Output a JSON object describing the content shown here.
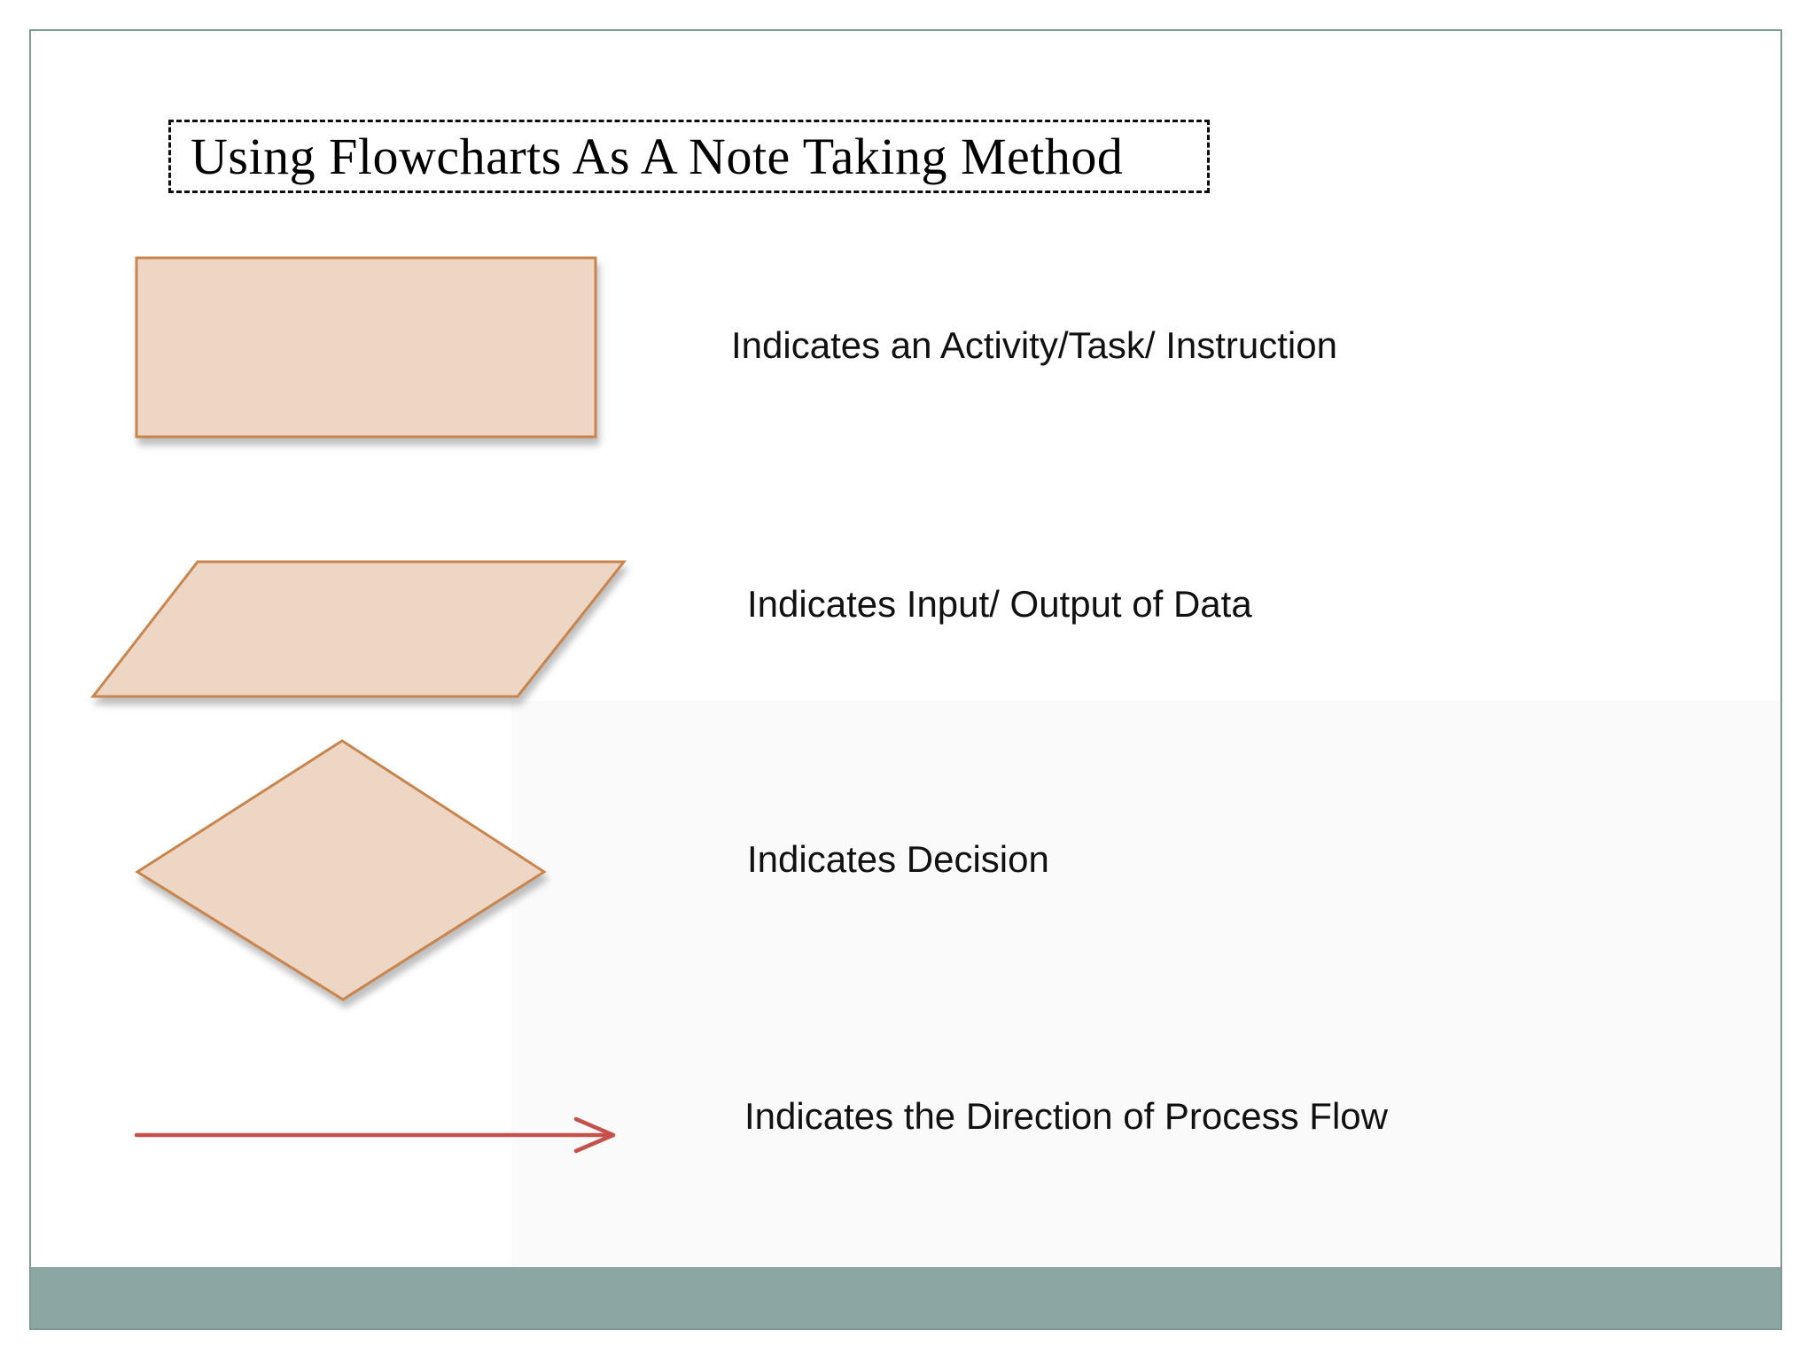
{
  "slide": {
    "title": "Using Flowcharts As A Note Taking Method",
    "legend": [
      {
        "shape": "process-rectangle",
        "label": "Indicates an Activity/Task/ Instruction"
      },
      {
        "shape": "input-output-parallelogram",
        "label": "Indicates Input/ Output of Data"
      },
      {
        "shape": "decision-diamond",
        "label": "Indicates Decision"
      },
      {
        "shape": "flow-arrow",
        "label": "Indicates the Direction of Process Flow"
      }
    ],
    "colors": {
      "shape_fill": "#eed6c5",
      "shape_stroke": "#c8854e",
      "arrow": "#c4514a",
      "footer_bar": "#8ca7a3",
      "slide_border": "#7e9894",
      "title_text": "#000000",
      "body_text": "#111111"
    }
  }
}
